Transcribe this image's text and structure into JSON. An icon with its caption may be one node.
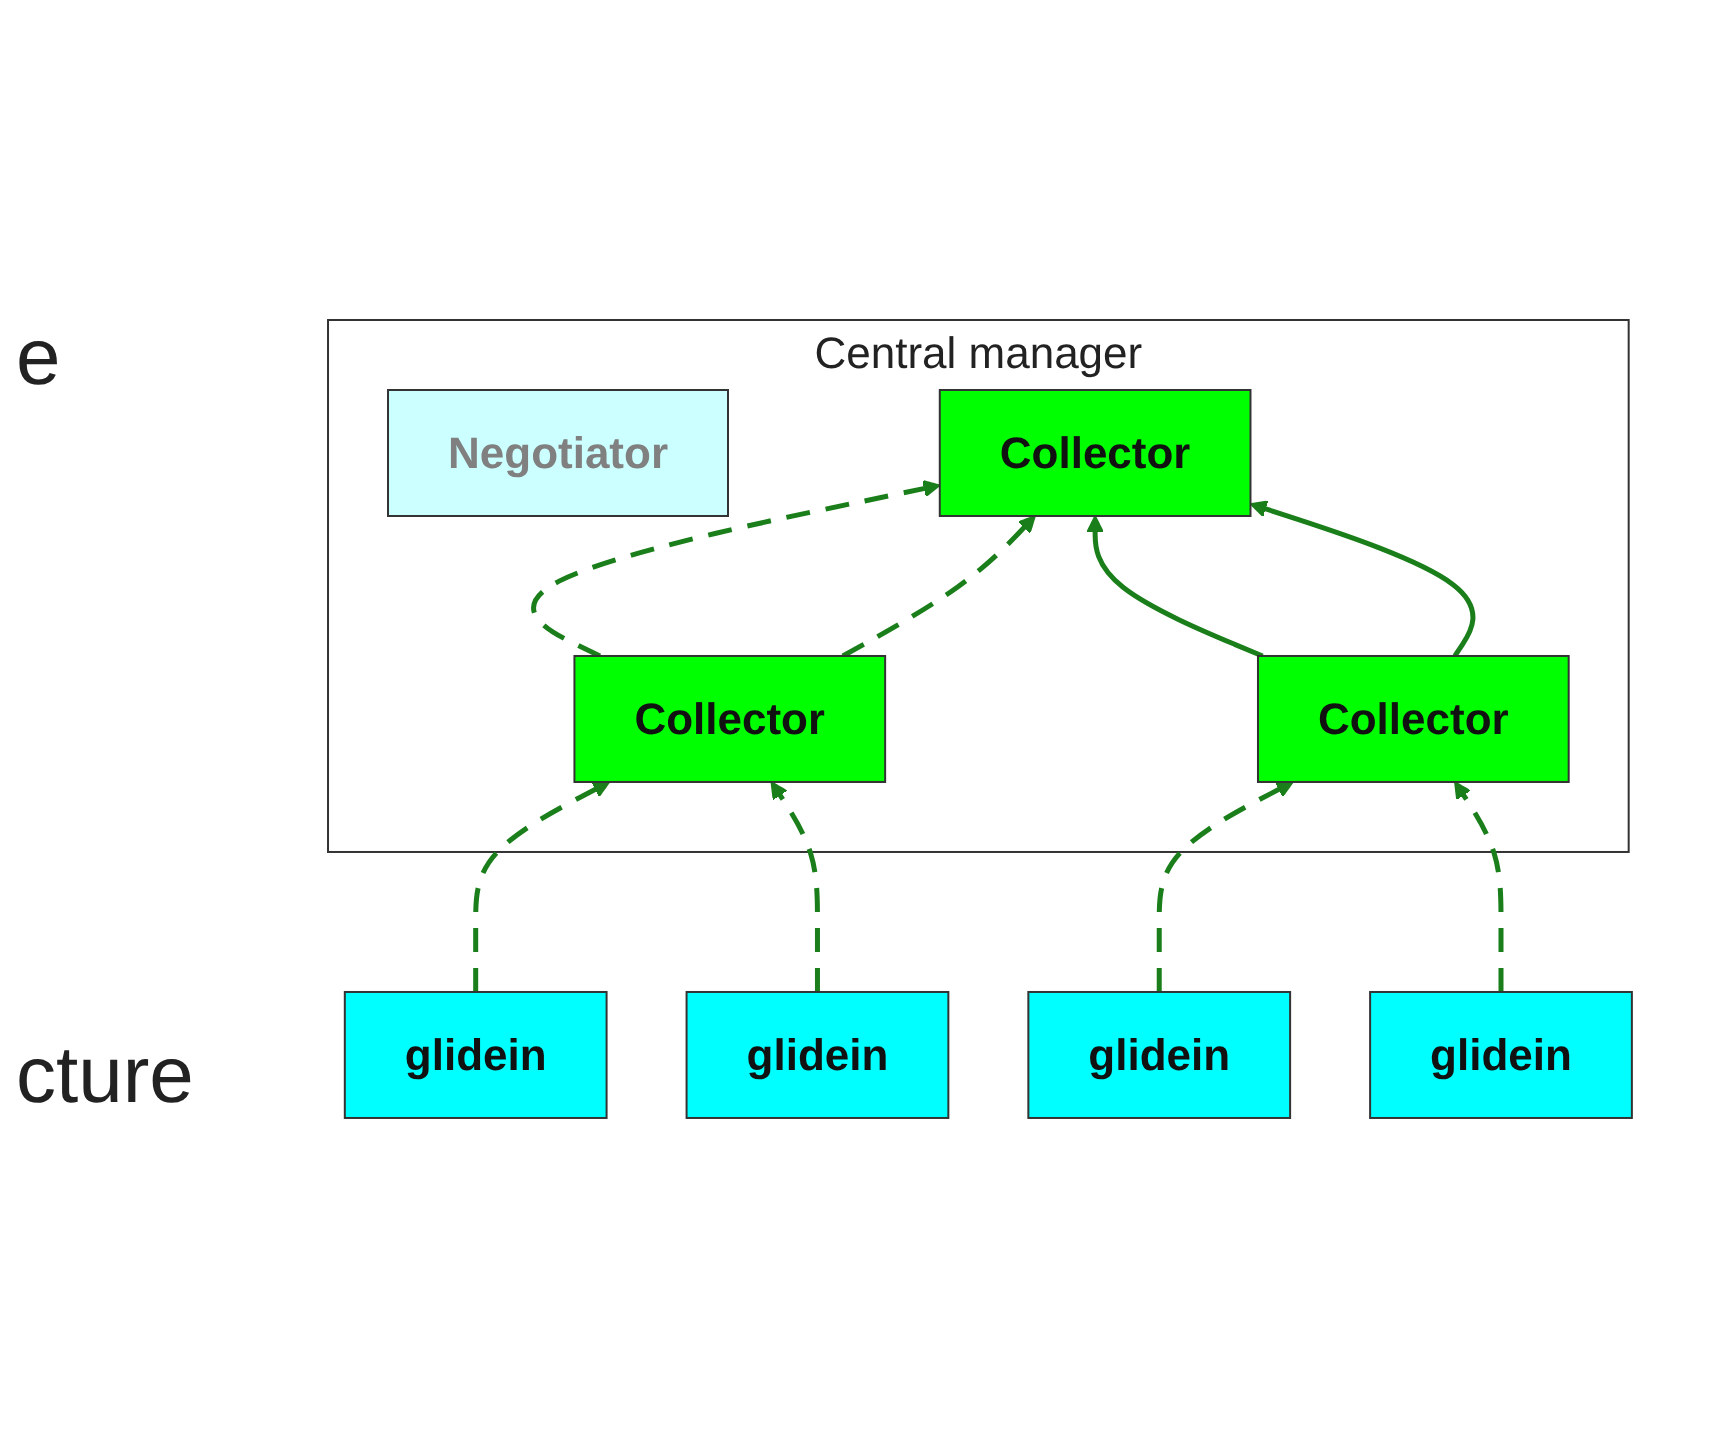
{
  "diagram": {
    "nodes": [
      {
        "text": [
          "Central manager"
        ]
      },
      {
        "text": [
          "Negotiator"
        ],
        "in": 0
      },
      {
        "text": [
          "Collector"
        ],
        "in": 0
      },
      {
        "text": [
          "Collector"
        ],
        "in": 0
      },
      {
        "text": [
          "Collector"
        ],
        "in": 0
      },
      {
        "text": [
          "glidein"
        ]
      },
      {
        "text": [
          "glidein"
        ]
      },
      {
        "text": [
          "glidein"
        ]
      },
      {
        "text": [
          "glidein"
        ]
      }
    ],
    "edges": [
      {
        "from": 3,
        "to": 2,
        "arrow": "to",
        "style": "dashed"
      },
      {
        "from": 3,
        "to": 2,
        "arrow": "to",
        "style": "dashed"
      },
      {
        "from": 4,
        "to": 2,
        "arrow": "to"
      },
      {
        "from": 4,
        "to": 2,
        "arrow": "to"
      },
      {
        "from": 5,
        "to": 3,
        "arrow": "to",
        "style": "dashed"
      },
      {
        "from": 6,
        "to": 3,
        "arrow": "to",
        "style": "dashed"
      },
      {
        "from": 7,
        "to": 4,
        "arrow": "to",
        "style": "dashed"
      },
      {
        "from": 8,
        "to": 4,
        "arrow": "to",
        "style": "dashed"
      }
    ],
    "labels": [
      "e",
      "cture"
    ]
  }
}
